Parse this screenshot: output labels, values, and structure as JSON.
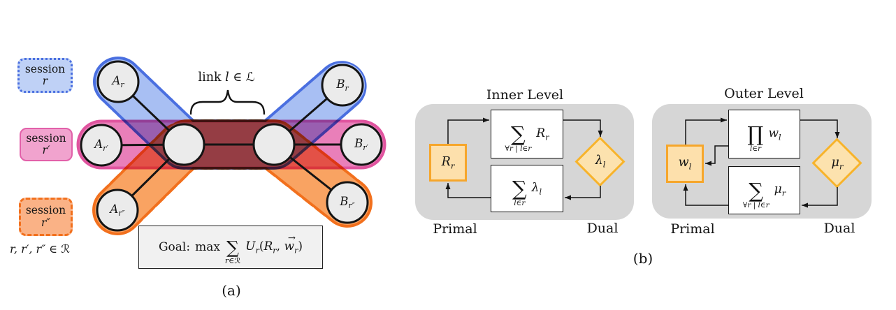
{
  "colors": {
    "session_r_fill": "#A8BFF3",
    "session_r_border": "#4A6FE0",
    "session_rprime_fill": "#E97FB9",
    "session_rprime_border": "#E0549F",
    "session_rdprime_fill": "#F9A362",
    "session_rdprime_border": "#F2701D",
    "node_fill": "#EBEBEB",
    "panel_fill": "#D6D6D6",
    "accent_fill": "#FDE0AC",
    "accent_border": "#F6A62B"
  },
  "panel_a": {
    "caption": "(a)",
    "sessions": [
      {
        "word": "session",
        "var": "r"
      },
      {
        "word": "session",
        "var": "r′"
      },
      {
        "word": "session",
        "var": "r″"
      }
    ],
    "membership": {
      "vars": "r, r′, r″",
      "rel": "∈",
      "set": "ℛ"
    },
    "link_label": {
      "word": "link",
      "var": "l",
      "rel": "∈",
      "set": "ℒ"
    },
    "nodes": [
      {
        "main": "A",
        "sub": "r"
      },
      {
        "main": "A",
        "sub": "r′"
      },
      {
        "main": "A",
        "sub": "r″"
      },
      {
        "main": "B",
        "sub": "r"
      },
      {
        "main": "B",
        "sub": "r′"
      },
      {
        "main": "B",
        "sub": "r″"
      }
    ],
    "goal": {
      "label": "Goal:",
      "op": "max",
      "sigma": "∑",
      "sigma_sub": "r∈ℛ",
      "u": "U",
      "u_sub": "r",
      "lparen": "(",
      "r": "R",
      "r_sub": "r",
      "comma": ",",
      "w": "w",
      "w_sub": "r",
      "vec": "→",
      "rparen": ")"
    }
  },
  "panel_b": {
    "caption": "(b)",
    "inner": {
      "title": "Inner Level",
      "primal_label": "Primal",
      "dual_label": "Dual",
      "state": {
        "main": "R",
        "sub": "r"
      },
      "top_box": {
        "op": "∑",
        "op_sub": "∀r | l∈r",
        "arg": "R",
        "arg_sub": "r"
      },
      "bottom_box": {
        "op": "∑",
        "op_sub": "l∈r",
        "arg": "λ",
        "arg_sub": "l"
      },
      "diamond": {
        "main": "λ",
        "sub": "l"
      }
    },
    "outer": {
      "title": "Outer Level",
      "primal_label": "Primal",
      "dual_label": "Dual",
      "state": {
        "main": "w",
        "sub": "l"
      },
      "top_box": {
        "op": "∏",
        "op_sub": "l∈r",
        "arg": "w",
        "arg_sub": "l"
      },
      "bottom_box": {
        "op": "∑",
        "op_sub": "∀r | l∈r",
        "arg": "μ",
        "arg_sub": "r"
      },
      "diamond": {
        "main": "μ",
        "sub": "r"
      }
    }
  }
}
